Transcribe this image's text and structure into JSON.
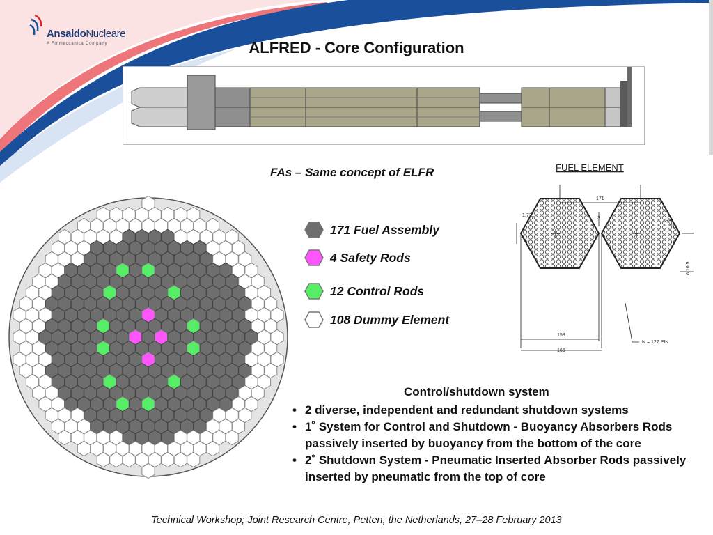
{
  "logo": {
    "name_bold": "Ansaldo",
    "name_thin": "Nucleare",
    "subtitle": "A Finmeccanica Company"
  },
  "title": "ALFRED - Core Configuration",
  "fas_caption": "FAs – Same concept of ELFR",
  "fuel_element": {
    "heading": "FUEL ELEMENT",
    "dim_pitch": "171",
    "dim_gap": "1.731",
    "dim_3": "3",
    "dim_wall": "12.65",
    "dim_thick": "6.10.5",
    "dim_flat_inner": "158",
    "dim_flat_outer": "166",
    "pin_label": "N = 127 PIN"
  },
  "legend": [
    {
      "label": "171 Fuel Assembly",
      "color": "#6e6e6e"
    },
    {
      "label": "4 Safety Rods",
      "color": "#ff55ff"
    },
    {
      "label": "12 Control Rods",
      "color": "#55ee66"
    },
    {
      "label": "108 Dummy Element",
      "color": "#ffffff"
    }
  ],
  "control": {
    "heading": "Control/shutdown system",
    "bullets": [
      "2 diverse, independent and  redundant shutdown systems",
      "1˚   System for Control and Shutdown - Buoyancy Absorbers Rods passively inserted by buoyancy from the bottom of the core",
      "2˚   Shutdown System - Pneumatic Inserted Absorber Rods passively inserted by pneumatic from the top of core"
    ]
  },
  "footer": "Technical Workshop; Joint Research Centre, Petten, the Netherlands, 27–28 February 2013",
  "colors": {
    "brand_blue": "#1a4f9c",
    "swoosh_red": "#d9252a",
    "fuel": "#6e6e6e",
    "safety": "#ff55ff",
    "control": "#55ee66",
    "dummy": "#ffffff"
  }
}
